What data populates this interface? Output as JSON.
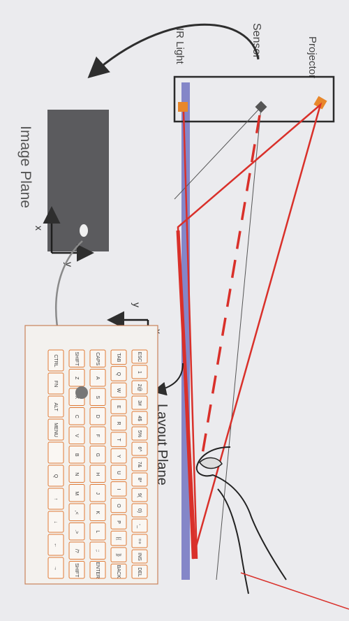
{
  "labels": {
    "projector": "Projector",
    "sensor": "Sensor",
    "ir_light": "IR Light",
    "image_plane": "Image Plane",
    "layout_plane": "Layout Plane",
    "axis_x": "x",
    "axis_y": "y"
  },
  "keyboard": {
    "rows": [
      [
        "ESC",
        "1",
        "2@",
        "3#",
        "4$",
        "5%",
        "6^",
        "7&",
        "8*",
        "9(",
        "0)",
        "-_",
        "=+",
        "INS",
        "DEL"
      ],
      [
        "TAB",
        "Q",
        "W",
        "E",
        "R",
        "T",
        "Y",
        "U",
        "I",
        "O",
        "P",
        "[{",
        "]}",
        "BACK"
      ],
      [
        "CAPS",
        "A",
        "S",
        "D",
        "F",
        "G",
        "H",
        "J",
        "K",
        "L",
        ";:",
        "ENTER"
      ],
      [
        "SHIFT",
        "Z",
        "X",
        "C",
        "V",
        "B",
        "N",
        "M",
        ",<",
        ".>",
        "/?",
        "SHIFT"
      ],
      [
        "CTRL",
        "FN",
        "ALT",
        "MENU",
        "",
        "Q",
        "↑",
        "↓",
        "←",
        "→"
      ]
    ]
  },
  "colors": {
    "page": "#e9e9ec",
    "beam_red": "#d9302a",
    "ir_orange": "#e8872a",
    "layout_bar": "#8587c9",
    "image_plane": "#5b5b5e",
    "keyboard_key": "#e07a35"
  }
}
